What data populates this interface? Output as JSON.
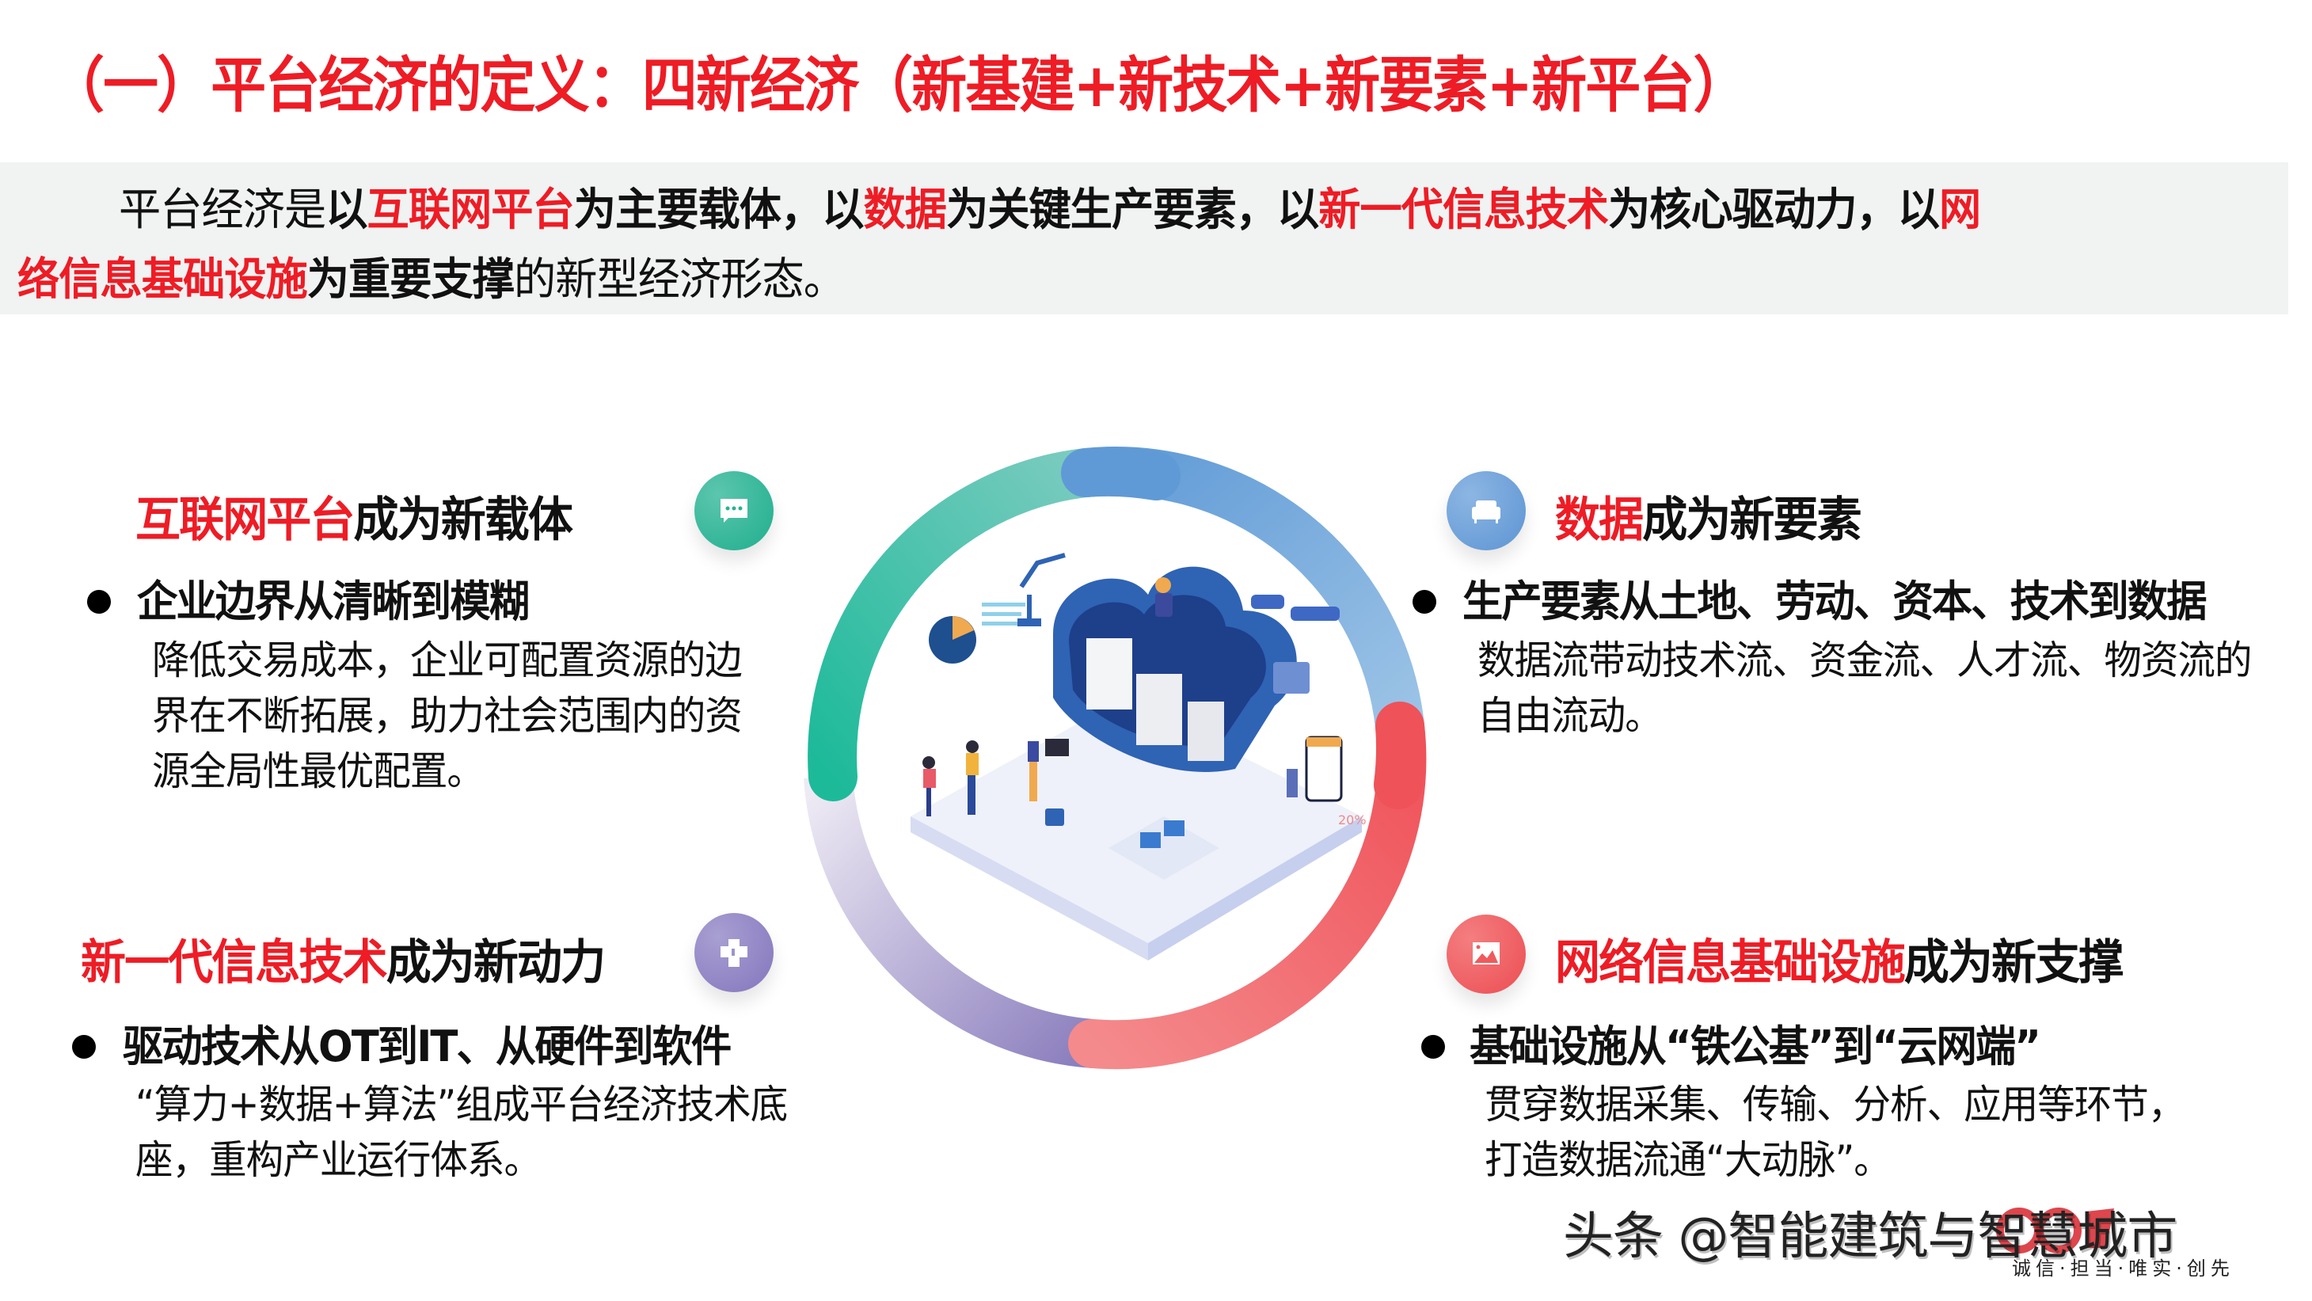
{
  "title": "（一）平台经济的定义：四新经济（新基建+新技术+新要素+新平台）",
  "definition": {
    "line1": [
      {
        "text": "平台经济是",
        "style": "normal"
      },
      {
        "text": "以",
        "style": "bold"
      },
      {
        "text": "互联网平台",
        "style": "red"
      },
      {
        "text": "为主要载体，以",
        "style": "bold"
      },
      {
        "text": "数据",
        "style": "red"
      },
      {
        "text": "为关键生产要素，以",
        "style": "bold"
      },
      {
        "text": "新一代信息技术",
        "style": "red"
      },
      {
        "text": "为核心驱动力，以",
        "style": "bold"
      },
      {
        "text": "网",
        "style": "red"
      }
    ],
    "line2": [
      {
        "text": "络信息基础设施",
        "style": "red"
      },
      {
        "text": "为重要支撑",
        "style": "bold"
      },
      {
        "text": "的新型经济形态。",
        "style": "normal"
      }
    ]
  },
  "quadrants": [
    {
      "id": "platform",
      "heading_red": "互联网平台",
      "heading_black": "成为新载体",
      "icon": "chat-bubble-icon",
      "icon_color": "#26b394",
      "bullet": "企业边界从清晰到模糊",
      "body": [
        "降低交易成本，企业可配置资源的边",
        "界在不断拓展，助力社会范围内的资",
        "源全局性最优配置。"
      ]
    },
    {
      "id": "data",
      "heading_red": "数据",
      "heading_black": "成为新要素",
      "icon": "sofa-icon",
      "icon_color": "#6a9fd8",
      "bullet": "生产要素从土地、劳动、资本、技术到数据",
      "body": [
        "数据流带动技术流、资金流、人才流、物资流的",
        "自由流动。"
      ]
    },
    {
      "id": "tech",
      "heading_red": "新一代信息技术",
      "heading_black": "成为新动力",
      "icon": "blocks-icon",
      "icon_color": "#8a7fc2",
      "bullet": "驱动技术从OT到IT、从硬件到软件",
      "body": [
        "“算力+数据+算法”组成平台经济技术底",
        "座，重构产业运行体系。"
      ]
    },
    {
      "id": "infra",
      "heading_red": "网络信息基础设施",
      "heading_black": "成为新支撑",
      "icon": "image-icon",
      "icon_color": "#ef5a5c",
      "bullet": "基础设施从“铁公基”到“云网端”",
      "body": [
        "贯穿数据采集、传输、分析、应用等环节，",
        "打造数据流通“大动脉”。"
      ]
    }
  ],
  "ring": {
    "segments": [
      {
        "name": "green",
        "from": "#1dba9a",
        "to": "#7acbbf"
      },
      {
        "name": "blue",
        "from": "#5f9ad6",
        "to": "#9cc3e6"
      },
      {
        "name": "red",
        "from": "#ef5259",
        "to": "#f48a8c"
      },
      {
        "name": "purple",
        "from": "#8c7fbe",
        "to": "#eeeaf4"
      }
    ]
  },
  "illustration": {
    "label": "cloud platform isometric illustration",
    "discount_text": "20%"
  },
  "watermark": {
    "text": "头条 @智能建筑与智慧城市",
    "slogan": "诚信·担当·唯实·创先"
  }
}
